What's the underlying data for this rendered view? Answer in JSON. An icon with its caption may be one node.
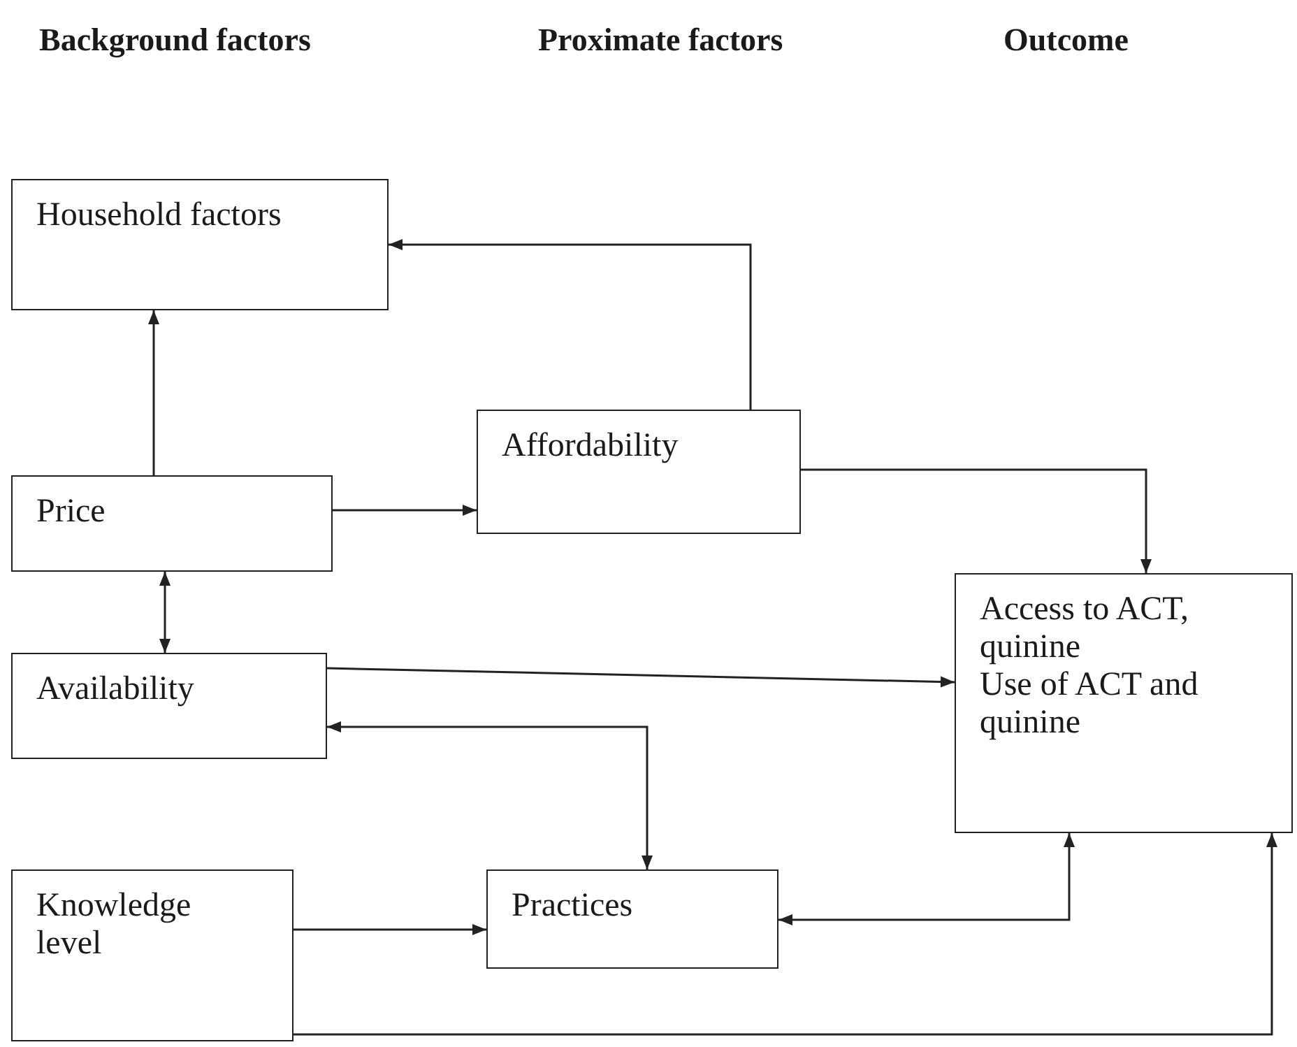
{
  "diagram": {
    "nodes": [
      {
        "text": [
          "Household factors"
        ]
      },
      {
        "text": [
          "Affordability"
        ]
      },
      {
        "text": [
          "Price"
        ]
      },
      {
        "text": [
          "Access to ACT, quinine",
          "Use of ACT and quinine"
        ]
      },
      {
        "text": [
          "Availability"
        ]
      },
      {
        "text": [
          "Knowledge level"
        ]
      },
      {
        "text": [
          "Practices"
        ]
      }
    ],
    "edges": [
      {
        "from": 2,
        "to": 0,
        "arrow": "to"
      },
      {
        "from": 1,
        "to": 0,
        "arrow": "to"
      },
      {
        "from": 2,
        "to": 1,
        "arrow": "to"
      },
      {
        "from": 1,
        "to": 3,
        "arrow": "to"
      },
      {
        "from": 2,
        "to": 4,
        "arrow": "both"
      },
      {
        "from": 4,
        "to": 3,
        "arrow": "to"
      },
      {
        "from": 4,
        "to": 6,
        "arrow": "both"
      },
      {
        "from": 5,
        "to": 6,
        "arrow": "to"
      },
      {
        "from": 6,
        "to": 3,
        "arrow": "both"
      },
      {
        "from": 5,
        "to": 3,
        "arrow": "to"
      }
    ],
    "labels": [
      "Background factors",
      "Proximate factors",
      "Outcome"
    ]
  }
}
